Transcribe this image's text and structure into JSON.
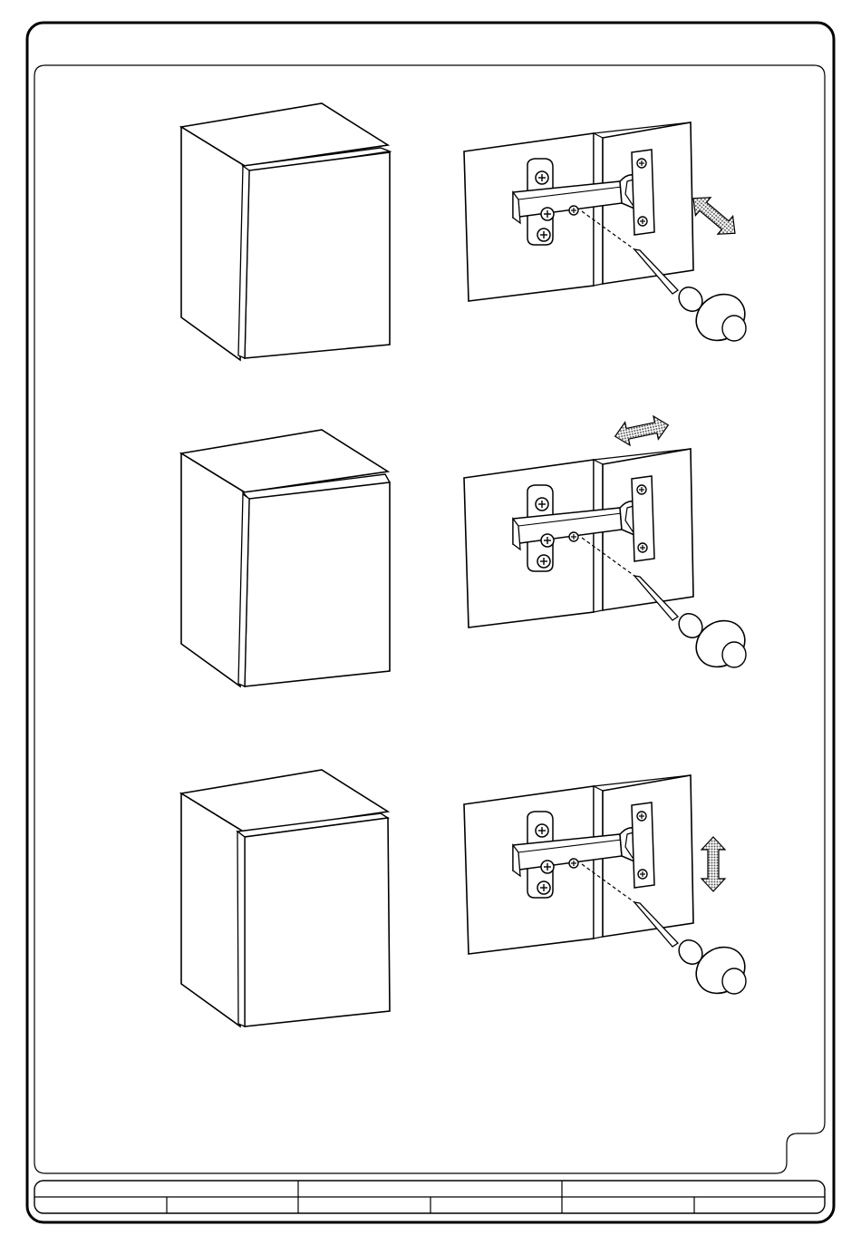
{
  "diagram": {
    "steps": [
      {
        "id": "step-1",
        "adjustment": "depth"
      },
      {
        "id": "step-2",
        "adjustment": "side"
      },
      {
        "id": "step-3",
        "adjustment": "height"
      }
    ],
    "title_block": {
      "cells": [
        "",
        "",
        "",
        "",
        "",
        "",
        "",
        "",
        ""
      ]
    },
    "colors": {
      "ink": "#000000",
      "paper": "#ffffff",
      "arrow_fill": "#8a8a8a"
    }
  }
}
